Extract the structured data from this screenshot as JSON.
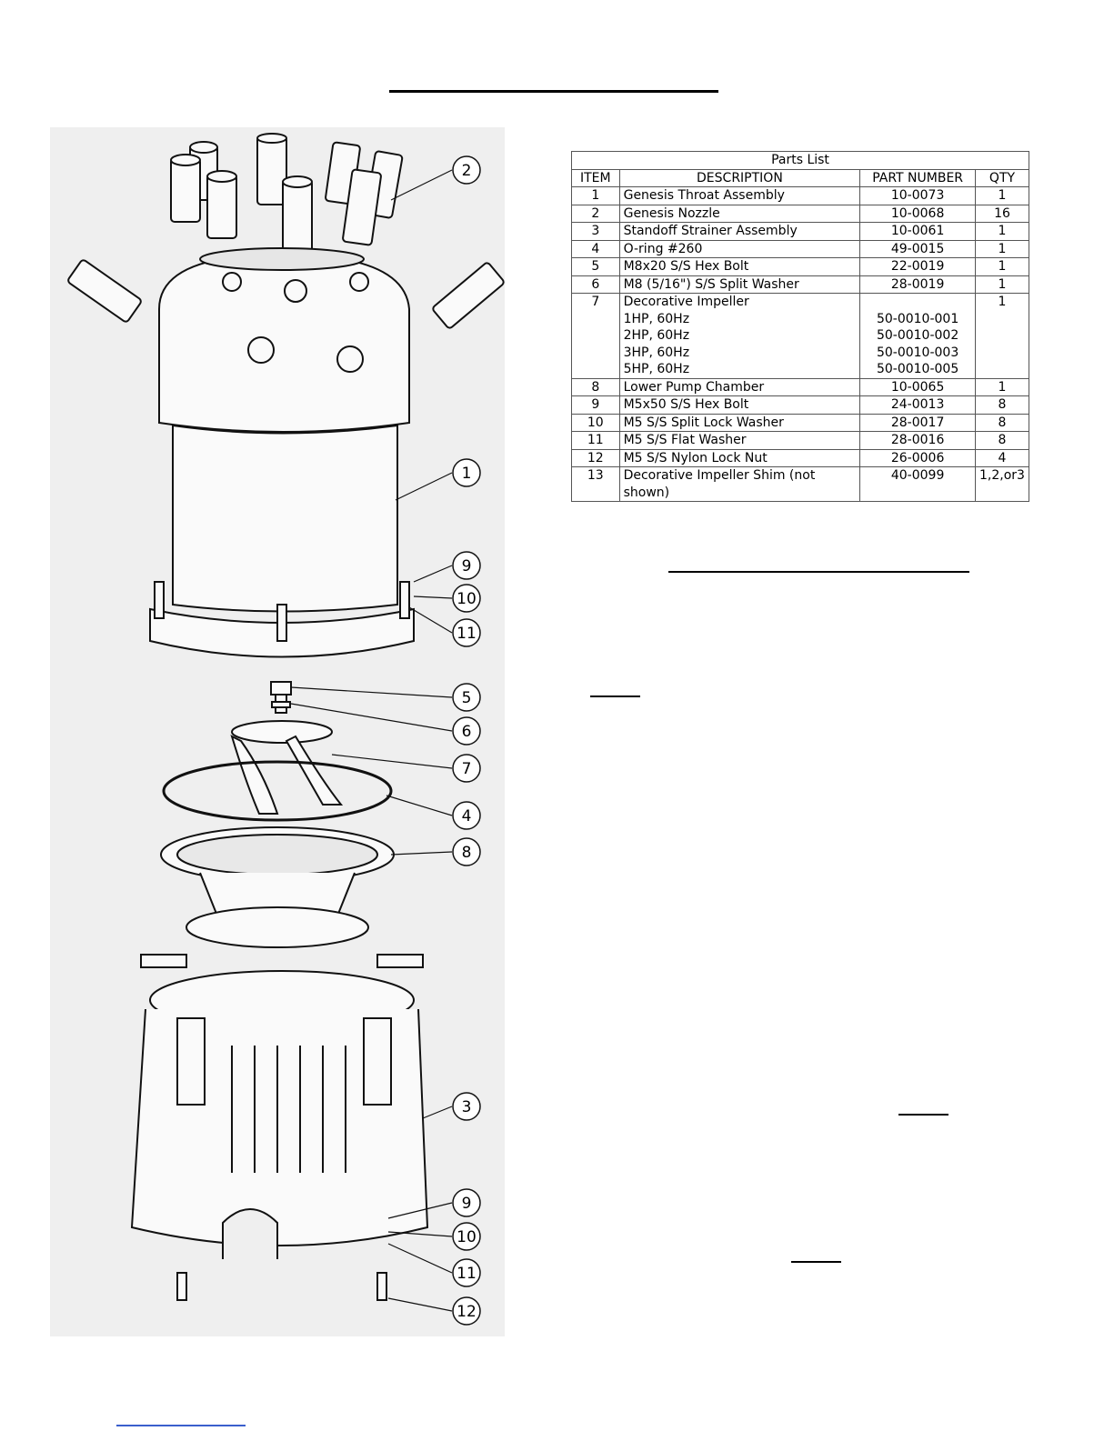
{
  "parts_list": {
    "title": "Parts List",
    "headers": [
      "ITEM",
      "DESCRIPTION",
      "PART NUMBER",
      "QTY"
    ],
    "rows": [
      {
        "item": "1",
        "description": [
          "Genesis Throat Assembly"
        ],
        "part_number": [
          "10-0073"
        ],
        "qty": "1"
      },
      {
        "item": "2",
        "description": [
          "Genesis Nozzle"
        ],
        "part_number": [
          "10-0068"
        ],
        "qty": "16"
      },
      {
        "item": "3",
        "description": [
          "Standoff Strainer Assembly"
        ],
        "part_number": [
          "10-0061"
        ],
        "qty": "1"
      },
      {
        "item": "4",
        "description": [
          "O-ring #260"
        ],
        "part_number": [
          "49-0015"
        ],
        "qty": "1"
      },
      {
        "item": "5",
        "description": [
          "M8x20 S/S Hex Bolt"
        ],
        "part_number": [
          "22-0019"
        ],
        "qty": "1"
      },
      {
        "item": "6",
        "description": [
          "M8 (5/16\") S/S Split Washer"
        ],
        "part_number": [
          "28-0019"
        ],
        "qty": "1"
      },
      {
        "item": "7",
        "description": [
          "Decorative Impeller",
          "1HP, 60Hz",
          "2HP, 60Hz",
          "3HP, 60Hz",
          "5HP, 60Hz"
        ],
        "part_number": [
          "",
          "50-0010-001",
          "50-0010-002",
          "50-0010-003",
          "50-0010-005"
        ],
        "qty": "1"
      },
      {
        "item": "8",
        "description": [
          "Lower Pump Chamber"
        ],
        "part_number": [
          "10-0065"
        ],
        "qty": "1"
      },
      {
        "item": "9",
        "description": [
          "M5x50 S/S Hex Bolt"
        ],
        "part_number": [
          "24-0013"
        ],
        "qty": "8"
      },
      {
        "item": "10",
        "description": [
          "M5 S/S Split Lock Washer"
        ],
        "part_number": [
          "28-0017"
        ],
        "qty": "8"
      },
      {
        "item": "11",
        "description": [
          "M5 S/S Flat Washer"
        ],
        "part_number": [
          "28-0016"
        ],
        "qty": "8"
      },
      {
        "item": "12",
        "description": [
          "M5 S/S Nylon Lock Nut"
        ],
        "part_number": [
          "26-0006"
        ],
        "qty": "4"
      },
      {
        "item": "13",
        "description": [
          "Decorative Impeller Shim (not shown)"
        ],
        "part_number": [
          "40-0099"
        ],
        "qty": "1,2,or3"
      }
    ]
  },
  "callouts": [
    "2",
    "1",
    "9",
    "10",
    "11",
    "5",
    "6",
    "7",
    "4",
    "8",
    "3",
    "9",
    "10",
    "11",
    "12"
  ]
}
